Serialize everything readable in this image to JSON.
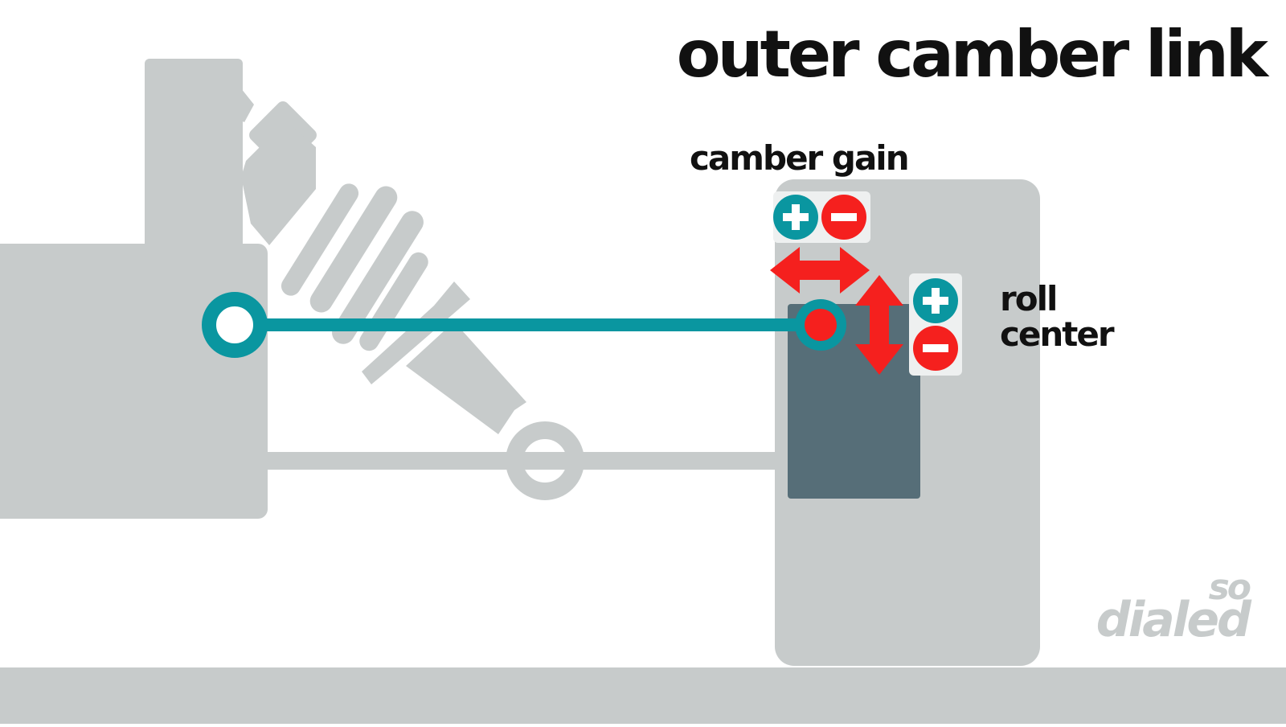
{
  "title": "outer camber link",
  "camber_gain": {
    "label": "camber gain",
    "increase_symbol": "+",
    "decrease_symbol": "−"
  },
  "roll_center": {
    "label_line1": "roll",
    "label_line2": "center",
    "increase_symbol": "+",
    "decrease_symbol": "−"
  },
  "watermark": {
    "line1": "so",
    "line2": "dialed"
  },
  "colors": {
    "part_gray": "#c7cbcb",
    "link_teal": "#0a96a0",
    "arrow_red": "#f5201e",
    "hub_slate": "#566e78",
    "text": "#111111"
  },
  "icons": [
    "plus-circle-icon",
    "minus-circle-icon",
    "double-arrow-icon"
  ]
}
